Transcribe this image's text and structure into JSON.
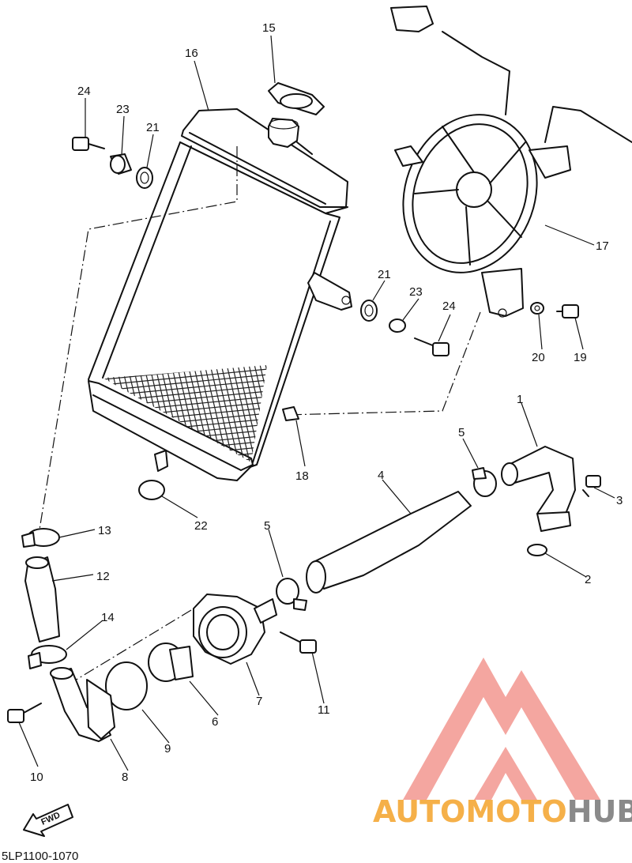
{
  "diagram_code": "5LP1100-1070",
  "fwd_label": "FWD",
  "watermark": {
    "word_a": "AUTOMOTO",
    "word_b": "HUB",
    "color_a": "#f5b049",
    "color_b": "#8a8a8a",
    "logo_color": "#f4a6a0"
  },
  "part_labels": {
    "p1": "1",
    "p2": "2",
    "p3": "3",
    "p4": "4",
    "p5a": "5",
    "p5b": "5",
    "p6": "6",
    "p7": "7",
    "p8": "8",
    "p9": "9",
    "p10": "10",
    "p11": "11",
    "p12": "12",
    "p13": "13",
    "p14": "14",
    "p15": "15",
    "p16": "16",
    "p17": "17",
    "p18": "18",
    "p19": "19",
    "p20": "20",
    "p21a": "21",
    "p21b": "21",
    "p22": "22",
    "p23a": "23",
    "p23b": "23",
    "p24a": "24",
    "p24b": "24"
  }
}
